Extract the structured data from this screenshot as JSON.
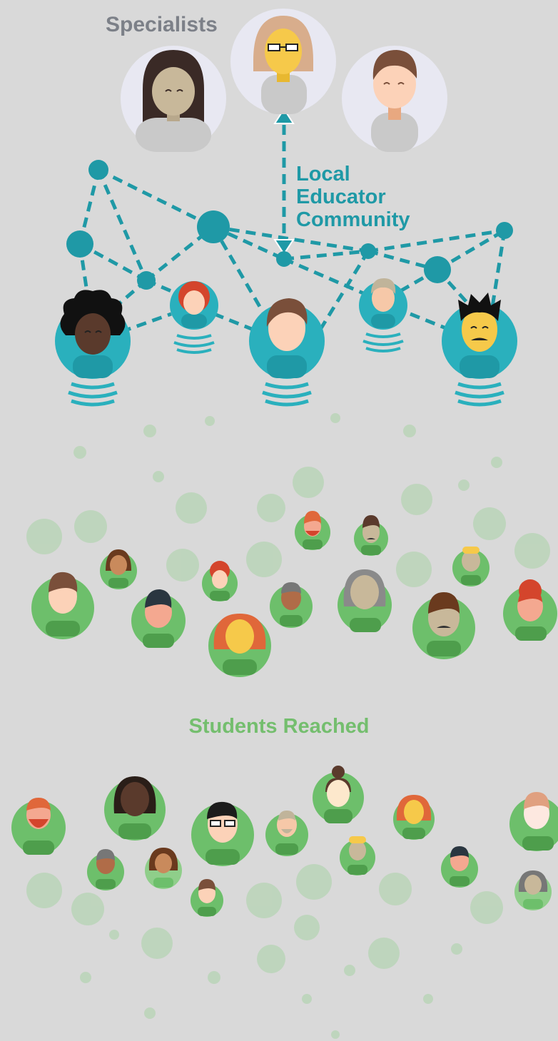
{
  "labels": {
    "specialists": "Specialists",
    "community_line1": "Local",
    "community_line2": "Educator",
    "community_line3": "Community",
    "students": "Students Reached"
  },
  "colors": {
    "background": "#d9d9d9",
    "specialist_gray": "#7c8088",
    "teal": "#1f99a6",
    "teal_light": "#2ab0bd",
    "green": "#74be6e",
    "green_dark": "#4e9e4c"
  },
  "icons": {
    "specialist": "specialist-avatar-icon",
    "educator": "educator-avatar-icon",
    "student": "student-avatar-icon",
    "network_node": "network-node-icon",
    "signal": "signal-waves-icon"
  }
}
